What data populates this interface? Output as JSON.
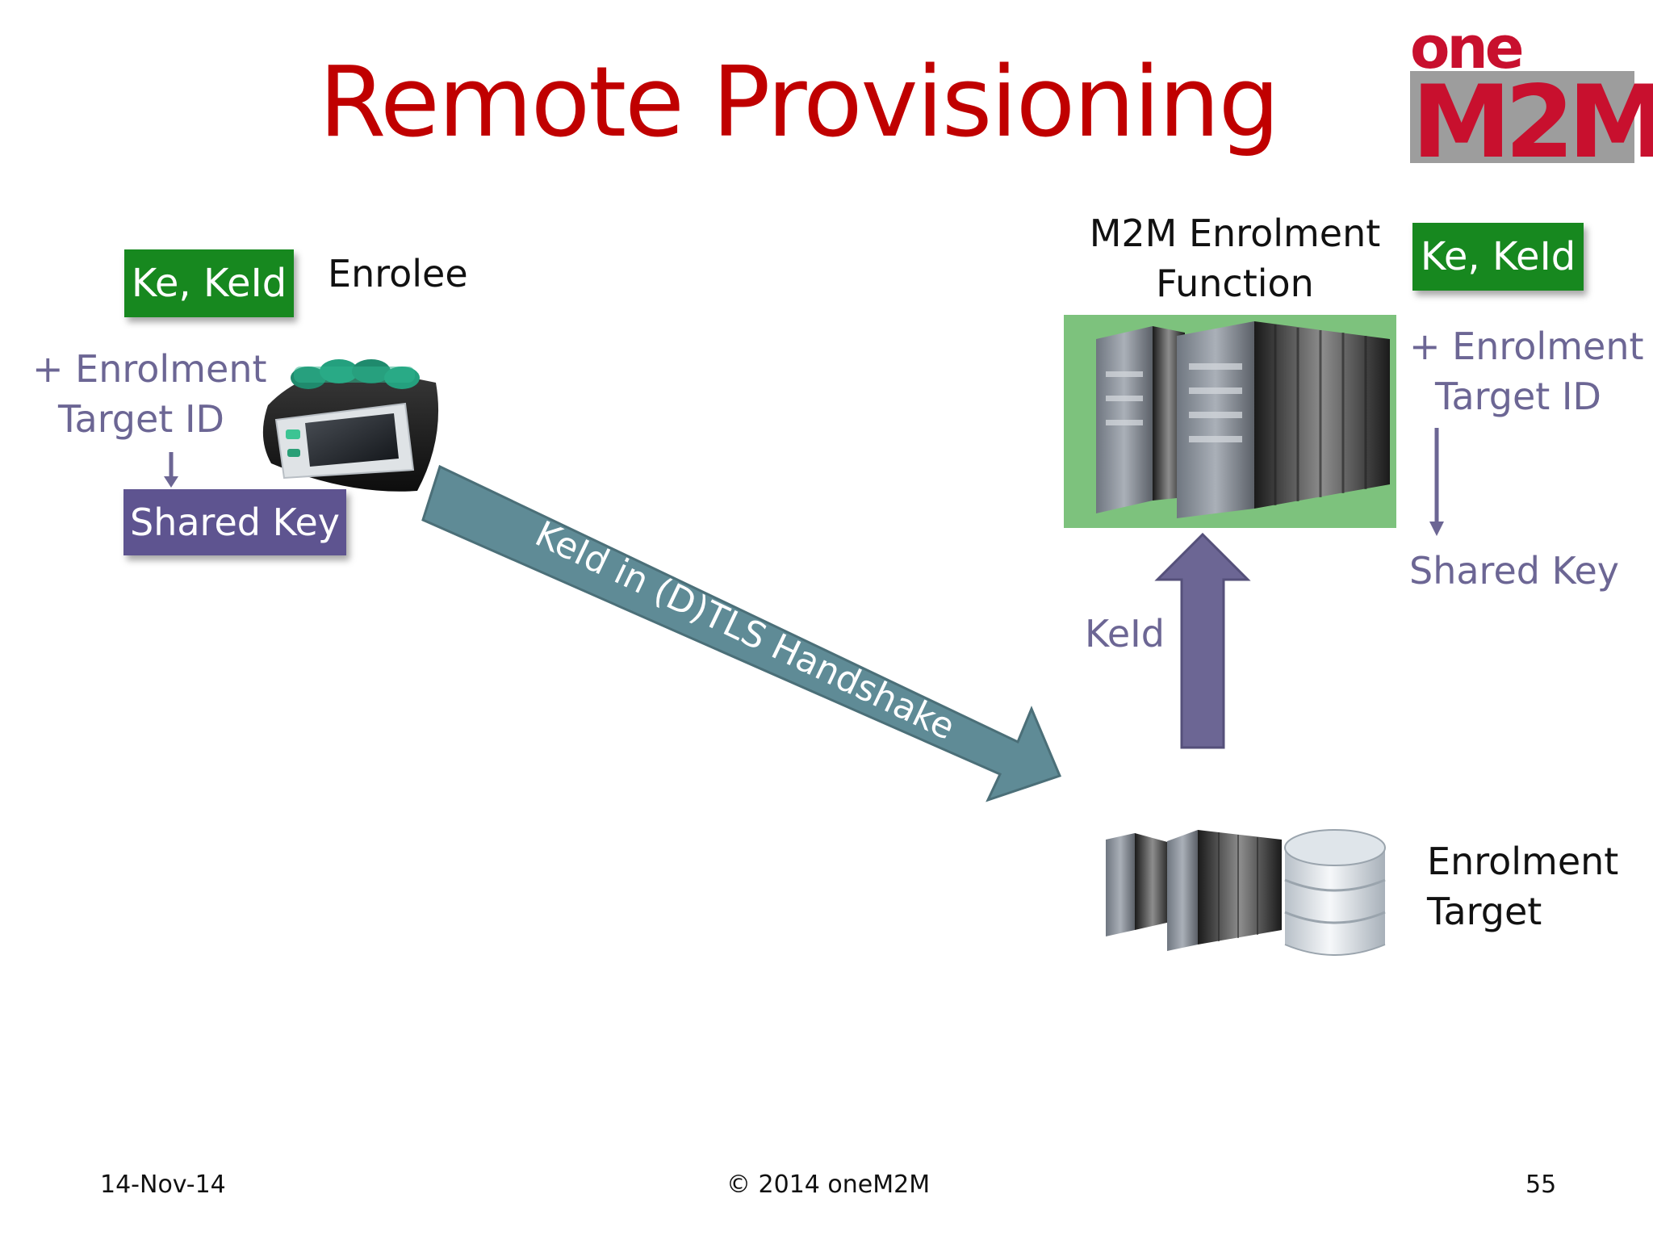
{
  "slide": {
    "title": "Remote Provisioning",
    "logo": {
      "line1": "one",
      "line2": "M2M",
      "colors": {
        "red": "#c8102e",
        "grey": "#9d9d9d"
      }
    }
  },
  "enrolee": {
    "key_badge": "Ke, KeId",
    "name": "Enrolee",
    "enrolment_line1": "+ Enrolment",
    "enrolment_line2": "Target ID",
    "shared_key_box": "Shared Key"
  },
  "handshake_arrow": {
    "label": "KeId in (D)TLS Handshake"
  },
  "enrolment_function": {
    "name_line1": "M2M Enrolment",
    "name_line2": "Function",
    "key_badge": "Ke, KeId",
    "enrolment_line1": "+ Enrolment",
    "enrolment_line2": "Target ID",
    "shared_key_label": "Shared Key"
  },
  "up_arrow": {
    "label": "KeId"
  },
  "enrolment_target": {
    "name_line1": "Enrolment",
    "name_line2": "Target"
  },
  "footer": {
    "date": "14-Nov-14",
    "copyright": "© 2014 oneM2M",
    "page": "55"
  },
  "colors": {
    "title_red": "#c00000",
    "badge_green": "#17881f",
    "box_purple": "#5e5490",
    "arrow_teal": "#5f8b96",
    "arrow_purple": "#6c6694"
  }
}
